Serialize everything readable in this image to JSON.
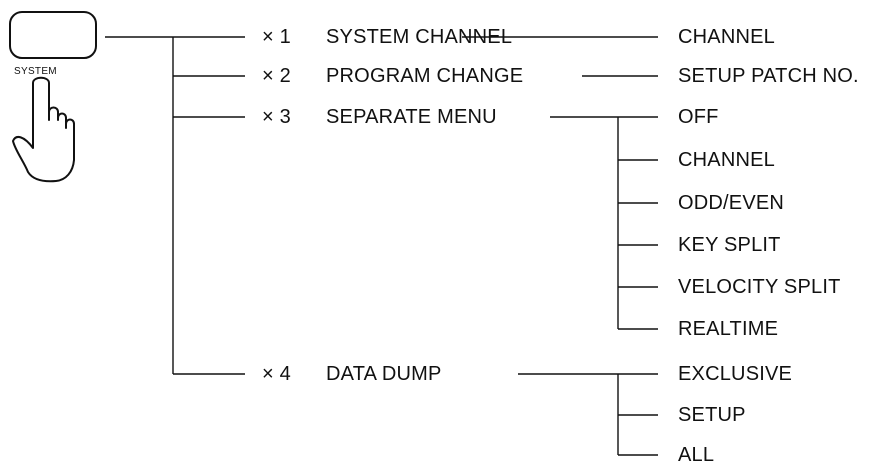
{
  "button": {
    "label": "SYSTEM"
  },
  "diagram": {
    "rows": [
      {
        "press": "× 1",
        "menu": "SYSTEM CHANNEL",
        "options": [
          "CHANNEL"
        ]
      },
      {
        "press": "× 2",
        "menu": "PROGRAM CHANGE",
        "options": [
          "SETUP PATCH NO."
        ]
      },
      {
        "press": "× 3",
        "menu": "SEPARATE MENU",
        "options": [
          "OFF",
          "CHANNEL",
          "ODD/EVEN",
          "KEY SPLIT",
          "VELOCITY SPLIT",
          "REALTIME"
        ]
      },
      {
        "press": "× 4",
        "menu": "DATA DUMP",
        "options": [
          "EXCLUSIVE",
          "SETUP",
          "ALL"
        ]
      }
    ]
  },
  "icons": {
    "button": "system-button-icon",
    "hand": "pointing-hand-icon"
  }
}
